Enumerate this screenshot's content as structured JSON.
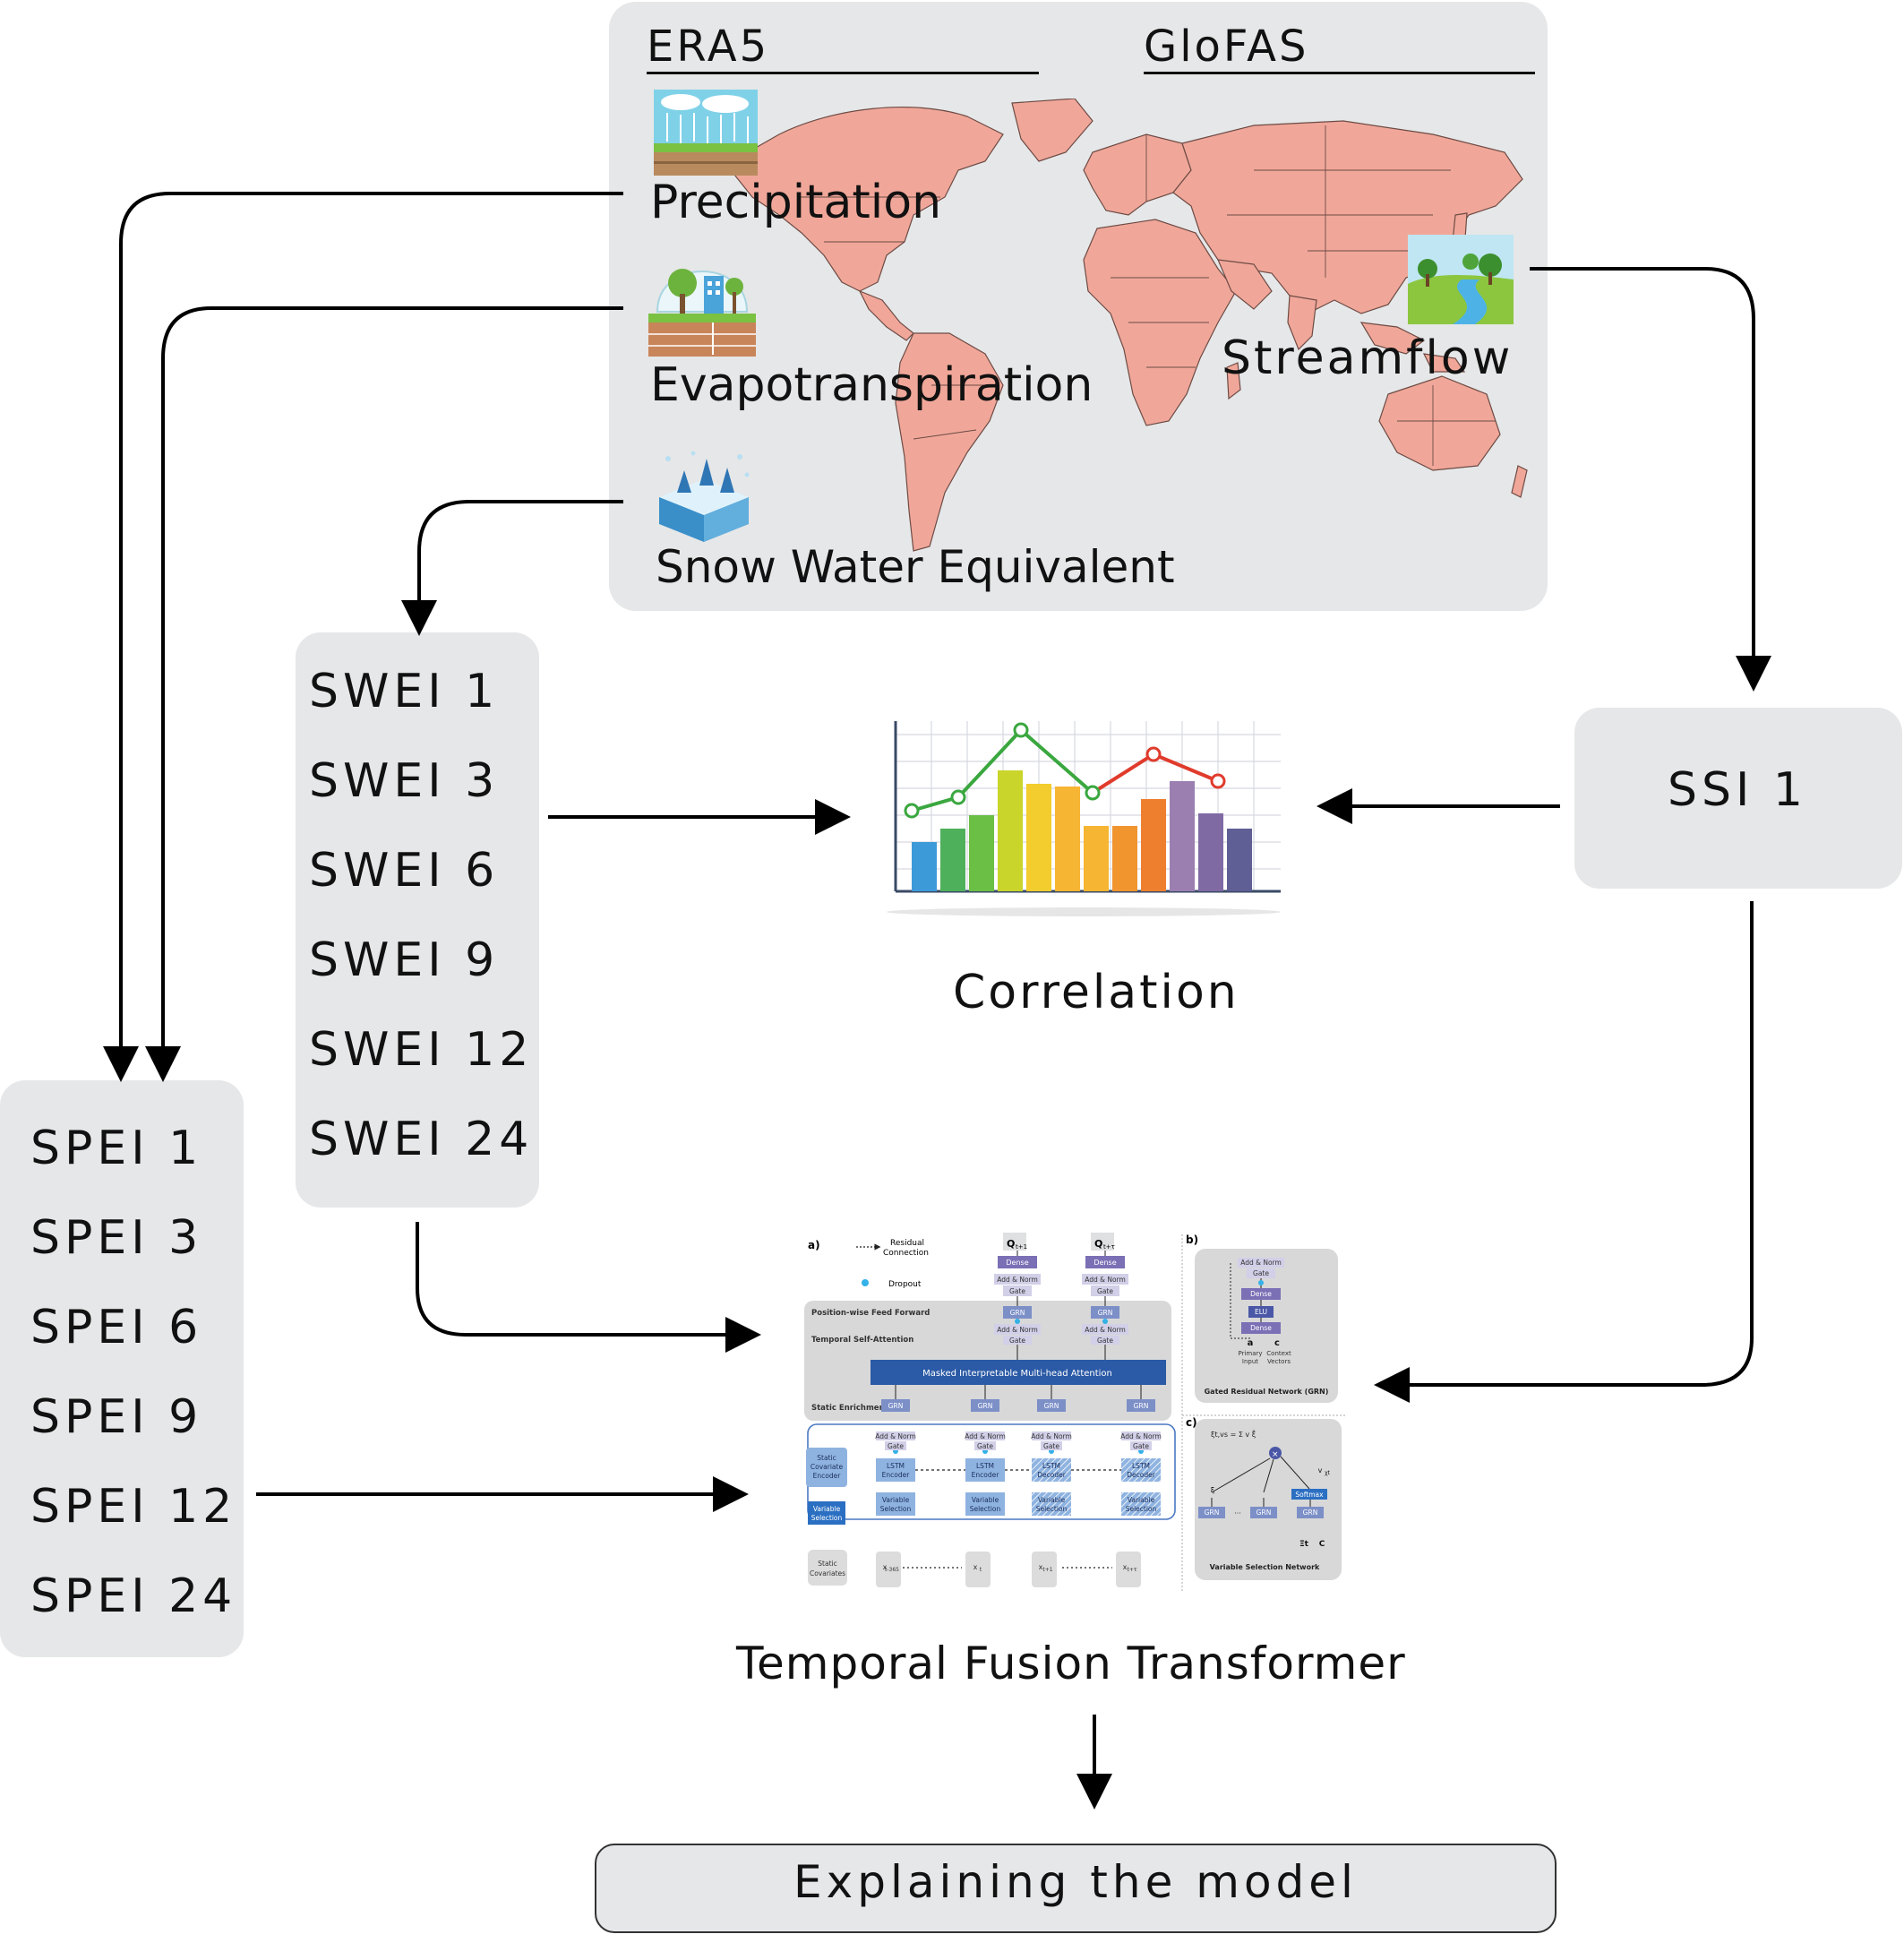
{
  "sources": {
    "era5_title": "ERA5",
    "glofas_title": "GloFAS",
    "precipitation": "Precipitation",
    "evapotranspiration": "Evapotranspiration",
    "snow_water_equivalent": "Snow Water Equivalent",
    "streamflow": "Streamflow"
  },
  "swei_items": [
    "SWEI 1",
    "SWEI 3",
    "SWEI 6",
    "SWEI 9",
    "SWEI 12",
    "SWEI 24"
  ],
  "spei_items": [
    "SPEI 1",
    "SPEI 3",
    "SPEI 6",
    "SPEI 9",
    "SPEI 12",
    "SPEI 24"
  ],
  "ssi_label": "SSI 1",
  "correlation_label": "Correlation",
  "tft_label": "Temporal Fusion Transformer",
  "explain_label": "Explaining the model",
  "tft_diagram": {
    "panel_a": "a)",
    "panel_b": "b)",
    "panel_c": "c)",
    "residual": "Residual",
    "connection": "Connection",
    "dropout": "Dropout",
    "pos_ff": "Position-wise Feed Forward",
    "temporal_sa": "Temporal Self-Attention",
    "masked_attn": "Masked Interpretable Multi-head Attention",
    "static_enrich": "Static Enrichment",
    "static_cov_enc_1": "Static",
    "static_cov_enc_2": "Covariate",
    "static_cov_enc_3": "Encoder",
    "var_sel_1": "Variable",
    "var_sel_2": "Selection",
    "static_cov_1": "Static",
    "static_cov_2": "Covariates",
    "grn": "GRN",
    "gate": "Gate",
    "add_norm": "Add & Norm",
    "dense": "Dense",
    "elu": "ELU",
    "lstm": "LSTM",
    "encoder": "Encoder",
    "decoder": "Decoder",
    "q1": "Q",
    "q1_sub": "t+1",
    "q2": "Q",
    "q2_sub": "t+τ",
    "x1": "x",
    "x1_sub": "t-365",
    "x2": "x",
    "x2_sub": "t",
    "x3": "x",
    "x3_sub": "t+1",
    "x4": "x",
    "x4_sub": "t+τ",
    "grn_caption": "Gated Residual Network (GRN)",
    "primary_1": "Primary",
    "primary_2": "Input",
    "context_1": "Context",
    "context_2": "Vectors",
    "a_var": "a",
    "c_var": "c",
    "vsn_caption": "Variable Selection Network",
    "softmax": "Softmax",
    "vxt": "v",
    "vxt_sub": "χt",
    "xi_top": "ξ",
    "sum_formula": "ξt,vs = Σ v ξ̃",
    "dots": "···",
    "xi_t": "Ξt",
    "c_bottom": "C"
  }
}
